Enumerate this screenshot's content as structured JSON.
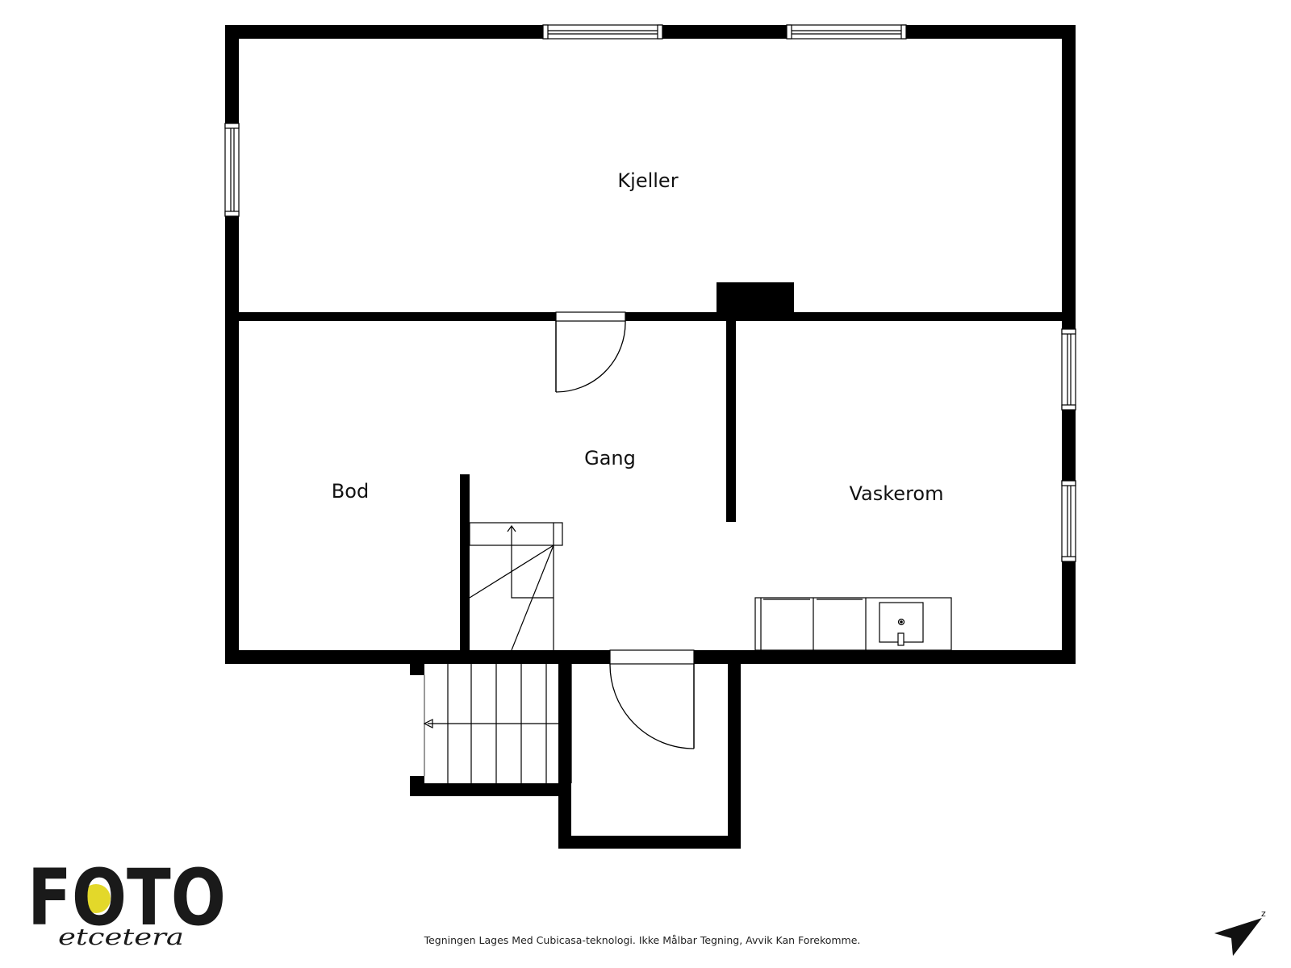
{
  "rooms": {
    "kjeller": "Kjeller",
    "gang": "Gang",
    "bod": "Bod",
    "vaskerom": "Vaskerom"
  },
  "logo": {
    "main": "FOTO",
    "sub": "etcetera",
    "accent_color": "#e3d82a"
  },
  "disclaimer": "Tegningen Lages Med Cubicasa-teknologi. Ikke Målbar Tegning, Avvik Kan Forekomme.",
  "compass": {
    "letter": "z"
  }
}
